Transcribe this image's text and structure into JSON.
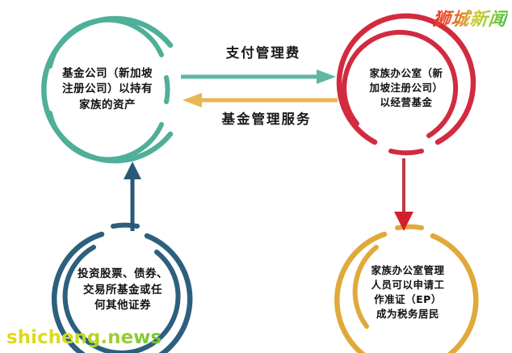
{
  "diagram": {
    "type": "flow-diagram",
    "background": "#ffffff",
    "nodes": [
      {
        "id": "fund-company",
        "position": "top-left",
        "color": "#4faf99",
        "lines": [
          "基金公司（新加坡",
          "注册公司）以持有",
          "家族的资产"
        ]
      },
      {
        "id": "family-office",
        "position": "top-right",
        "color": "#d22b3f",
        "lines": [
          "家族办公室（新",
          "加坡注册公司）",
          "以经营基金"
        ]
      },
      {
        "id": "investments",
        "position": "bottom-left",
        "color": "#2d5f7e",
        "lines": [
          "投资股票、债券、",
          "交易所基金或任",
          "何其他证券"
        ]
      },
      {
        "id": "ep-residency",
        "position": "bottom-right",
        "color": "#e0a93a",
        "lines": [
          "家族办公室管理",
          "人员可以申请工",
          "作准证（EP）",
          "成为税务居民"
        ]
      }
    ],
    "edges": [
      {
        "id": "pay-management-fee",
        "label": "支付管理费",
        "from": "fund-company",
        "to": "family-office",
        "direction": "right",
        "color": "#5fb7a5"
      },
      {
        "id": "fund-management-service",
        "label": "基金管理服务",
        "from": "family-office",
        "to": "fund-company",
        "direction": "left",
        "color": "#e8b652"
      },
      {
        "id": "investments-to-fund",
        "label": "",
        "from": "investments",
        "to": "fund-company",
        "direction": "up",
        "color": "#2a5878"
      },
      {
        "id": "office-to-ep",
        "label": "",
        "from": "family-office",
        "to": "ep-residency",
        "direction": "down",
        "color": "#c93040"
      }
    ]
  },
  "watermarks": {
    "top_right": "狮城新闻",
    "bottom_left": "shicheng.news"
  }
}
